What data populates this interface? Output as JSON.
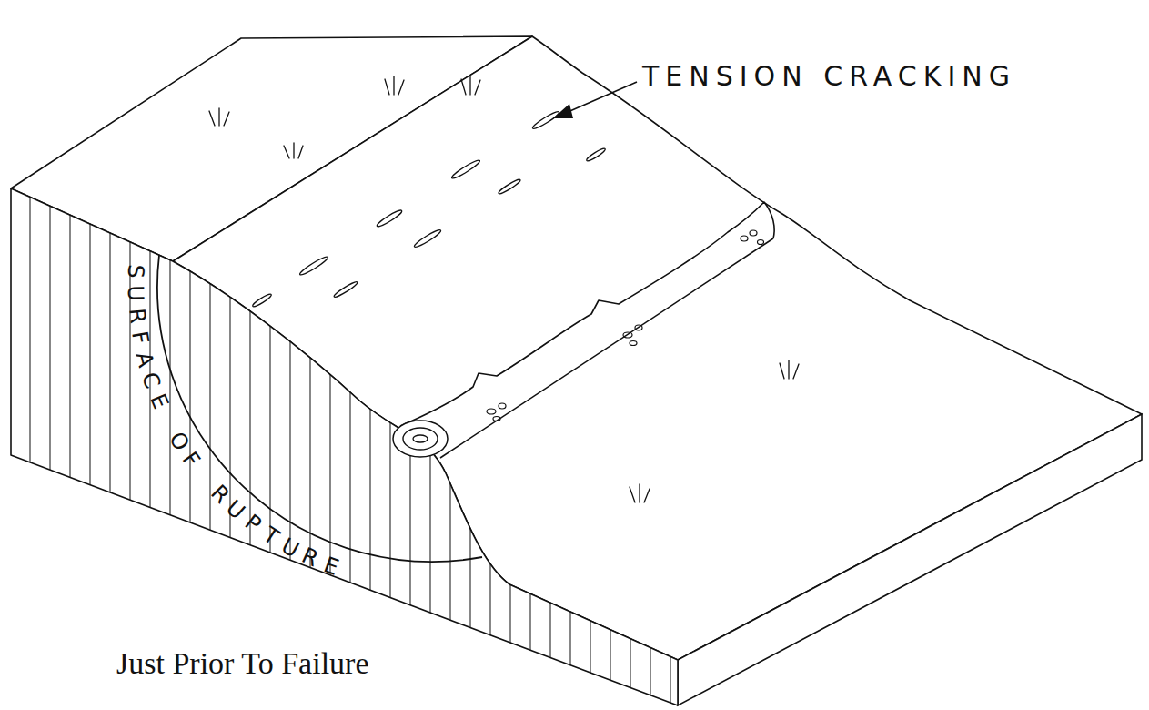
{
  "diagram": {
    "caption": "Just Prior To Failure",
    "labels": [
      "TENSION CRACKING",
      "SURFACE OF RUPTURE"
    ]
  }
}
